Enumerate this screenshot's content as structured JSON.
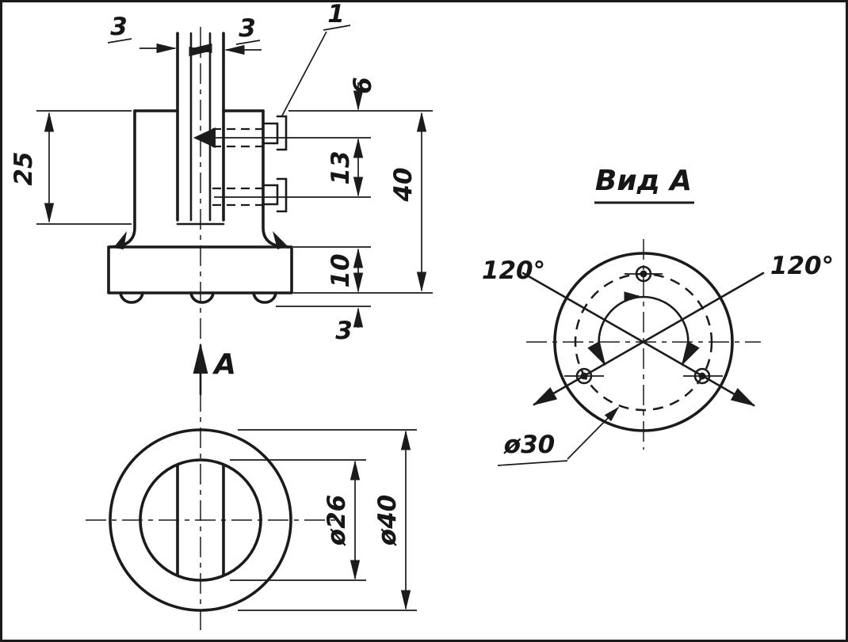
{
  "meta": {
    "background": "#ffffff",
    "ink_color": "#1b1b1b",
    "drawing_type": "mechanical part drawing, sectioned front view, bottom view and auxiliary view A"
  },
  "front_view": {
    "wall_thickness_left": "3",
    "wall_thickness_right": "3",
    "callout_item": "1",
    "dim_top_to_hole": "6",
    "dim_bore_depth": "25",
    "dim_hole_spacing": "13",
    "dim_overall_height": "40",
    "dim_flange_height": "10",
    "dim_foot_height": "3",
    "view_arrow_label": "A"
  },
  "bottom_view": {
    "dia_inner": "ø26",
    "dia_outer": "ø40"
  },
  "view_a": {
    "title": "Вид А",
    "angle_left": "120°",
    "angle_right": "120°",
    "dia_hole_circle": "ø30"
  }
}
